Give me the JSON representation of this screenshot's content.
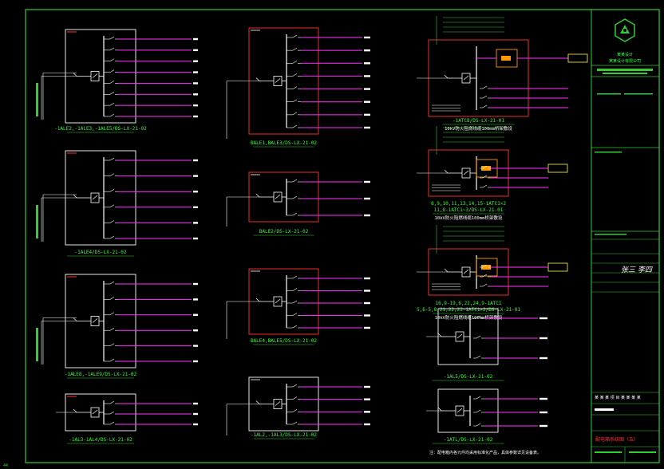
{
  "sheet": {
    "corner_mark": "44"
  },
  "title_block": {
    "company_line1": "某某设计",
    "company_line2": "某某设计有限公司",
    "signature": "张三 李四",
    "drawing_title": "配电箱系统图（五）",
    "project_row": "某 某 某 项 目 某 某 某 某"
  },
  "panels": {
    "col1": [
      {
        "name": "-1ALE2,-1ALE3,-1ALE5/DS-LX-21-02",
        "circuits": 8
      },
      {
        "name": "-1ALE4/DS-LX-21-02",
        "circuits": 6
      },
      {
        "name": "-1ALE8,-1ALE9/DS-LX-21-02",
        "circuits": 6
      },
      {
        "name": "-1AL3-1AL4/DS-LX-21-02",
        "circuits": 3
      }
    ],
    "col2": [
      {
        "name": "BALE1,BALE3/DS-LX-21-02",
        "circuits": 8
      },
      {
        "name": "BALE2/DS-LX-21-02",
        "circuits": 3
      },
      {
        "name": "BALE4,BALE5/DS-LX-21-02",
        "circuits": 5
      },
      {
        "name": "-1AL2,-1AL3/DS-LX-21-02",
        "circuits": 4
      }
    ],
    "col3": [
      {
        "name": "-1ATCB/DS-LX-21-01",
        "sub": "10kV防火阻燃线缆100mm桥架敷设"
      },
      {
        "name": "8,9,10,11,13,14,15-1ATC1×2",
        "name2": "11,8-1ATC1~3/DS-LX-21-01",
        "sub": "10kV防火阻燃线缆100mm桥架敷设"
      },
      {
        "name": "16,9-19,6,22,24,9-1ATC1",
        "name2": "5,6-5,8,21,22,23-1ATC1×2/DS-LX-21-01",
        "sub": "10kV防火阻燃线缆100mm桥架敷设"
      },
      {
        "name": "-1AL5/DS-LX-21-02",
        "circuits": 3
      },
      {
        "name": "-1ATL/DS-LX-21-02",
        "circuits": 3
      }
    ]
  },
  "notes": {
    "bottom_note": "注：配电箱内各元件均采用标准化产品，具体参数详见设备表。"
  },
  "colors": {
    "background": "#000000",
    "border": "#33cc33",
    "wire": "#ff33ff",
    "panel_box": "#ffffff",
    "panel_box_alt": "#ff3333",
    "label": "#33ff33"
  }
}
